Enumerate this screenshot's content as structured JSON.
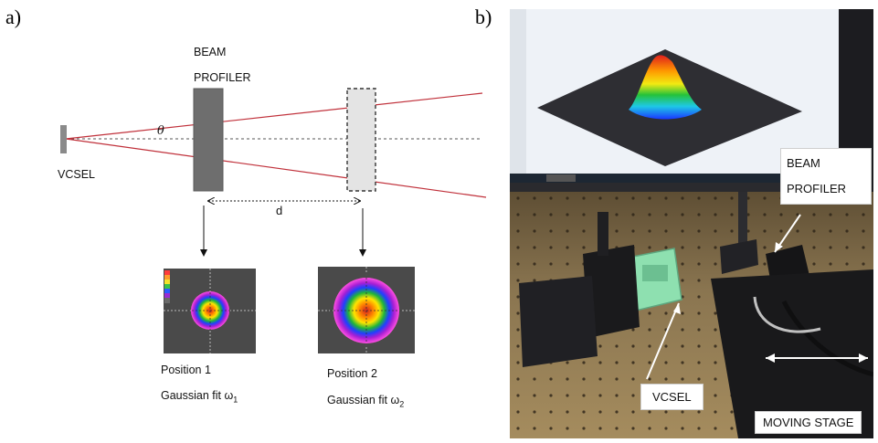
{
  "panel_a": {
    "label": "a)",
    "beam_profiler": [
      "BEAM",
      "PROFILER"
    ],
    "vcsel": "VCSEL",
    "theta": "θ",
    "distance": "d",
    "position1": "Position 1",
    "fit1": "Gaussian fit ω",
    "fit1_sub": "1",
    "position2": "Position 2",
    "fit2": "Gaussian fit ω",
    "fit2_sub": "2"
  },
  "panel_b": {
    "label": "b)",
    "beam_profiler": [
      "BEAM",
      "PROFILER"
    ],
    "vcsel": "VCSEL",
    "moving_stage": "MOVING STAGE"
  },
  "colors": {
    "beam_line": "#c0303a",
    "profiler_solid": "#6e6e6e",
    "profiler_dashed_fill": "#e4e4e4",
    "table_surface": "#8a7550",
    "label_bg": "#ffffff"
  }
}
